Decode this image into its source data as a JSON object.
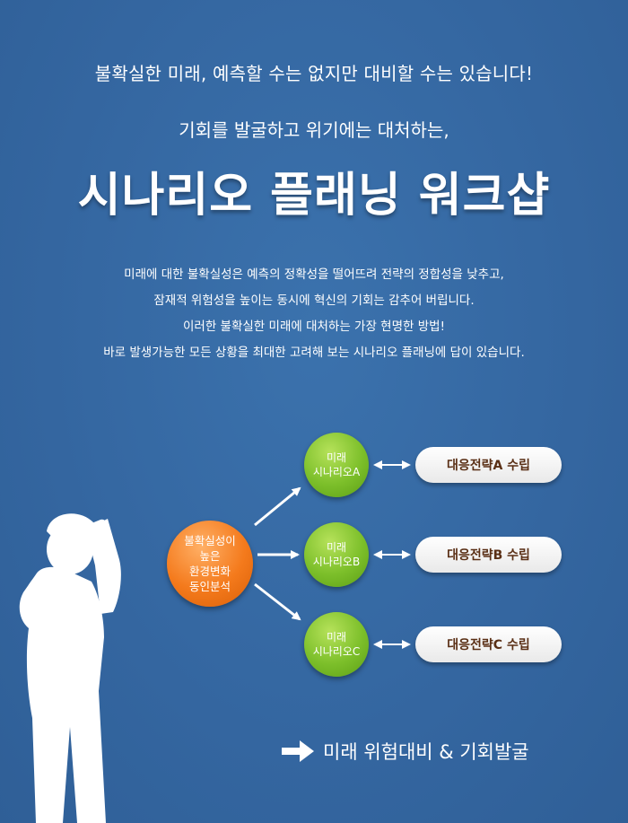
{
  "header": {
    "line1": "불확실한 미래, 예측할 수는 없지만 대비할 수는 있습니다!",
    "line2": "기회를 발굴하고 위기에는 대처하는,",
    "title": "시나리오 플래닝 워크샵"
  },
  "description": [
    "미래에 대한 불확실성은 예측의 정확성을 떨어뜨려 전략의 정합성을 낮추고,",
    "잠재적 위험성을 높이는 동시에 혁신의 기회는 감추어 버립니다.",
    "이러한 불확실한 미래에 대처하는 가장 현명한 방법!",
    "바로 발생가능한 모든 상황을 최대한 고려해 보는 시나리오 플래닝에 답이 있습니다."
  ],
  "diagram": {
    "source": [
      "불확실성이",
      "높은",
      "환경변화",
      "동인분석"
    ],
    "scenarios": [
      {
        "line1": "미래",
        "line2": "시나리오A",
        "strategy": "대응전략A 수립"
      },
      {
        "line1": "미래",
        "line2": "시나리오B",
        "strategy": "대응전략B 수립"
      },
      {
        "line1": "미래",
        "line2": "시나리오C",
        "strategy": "대응전략C 수립"
      }
    ]
  },
  "conclusion": "미래 위험대비 & 기회발굴",
  "colors": {
    "background": "#356aa3",
    "orange": "#f47a1c",
    "green": "#7cbf2a",
    "pill_text": "#5a2f15"
  }
}
